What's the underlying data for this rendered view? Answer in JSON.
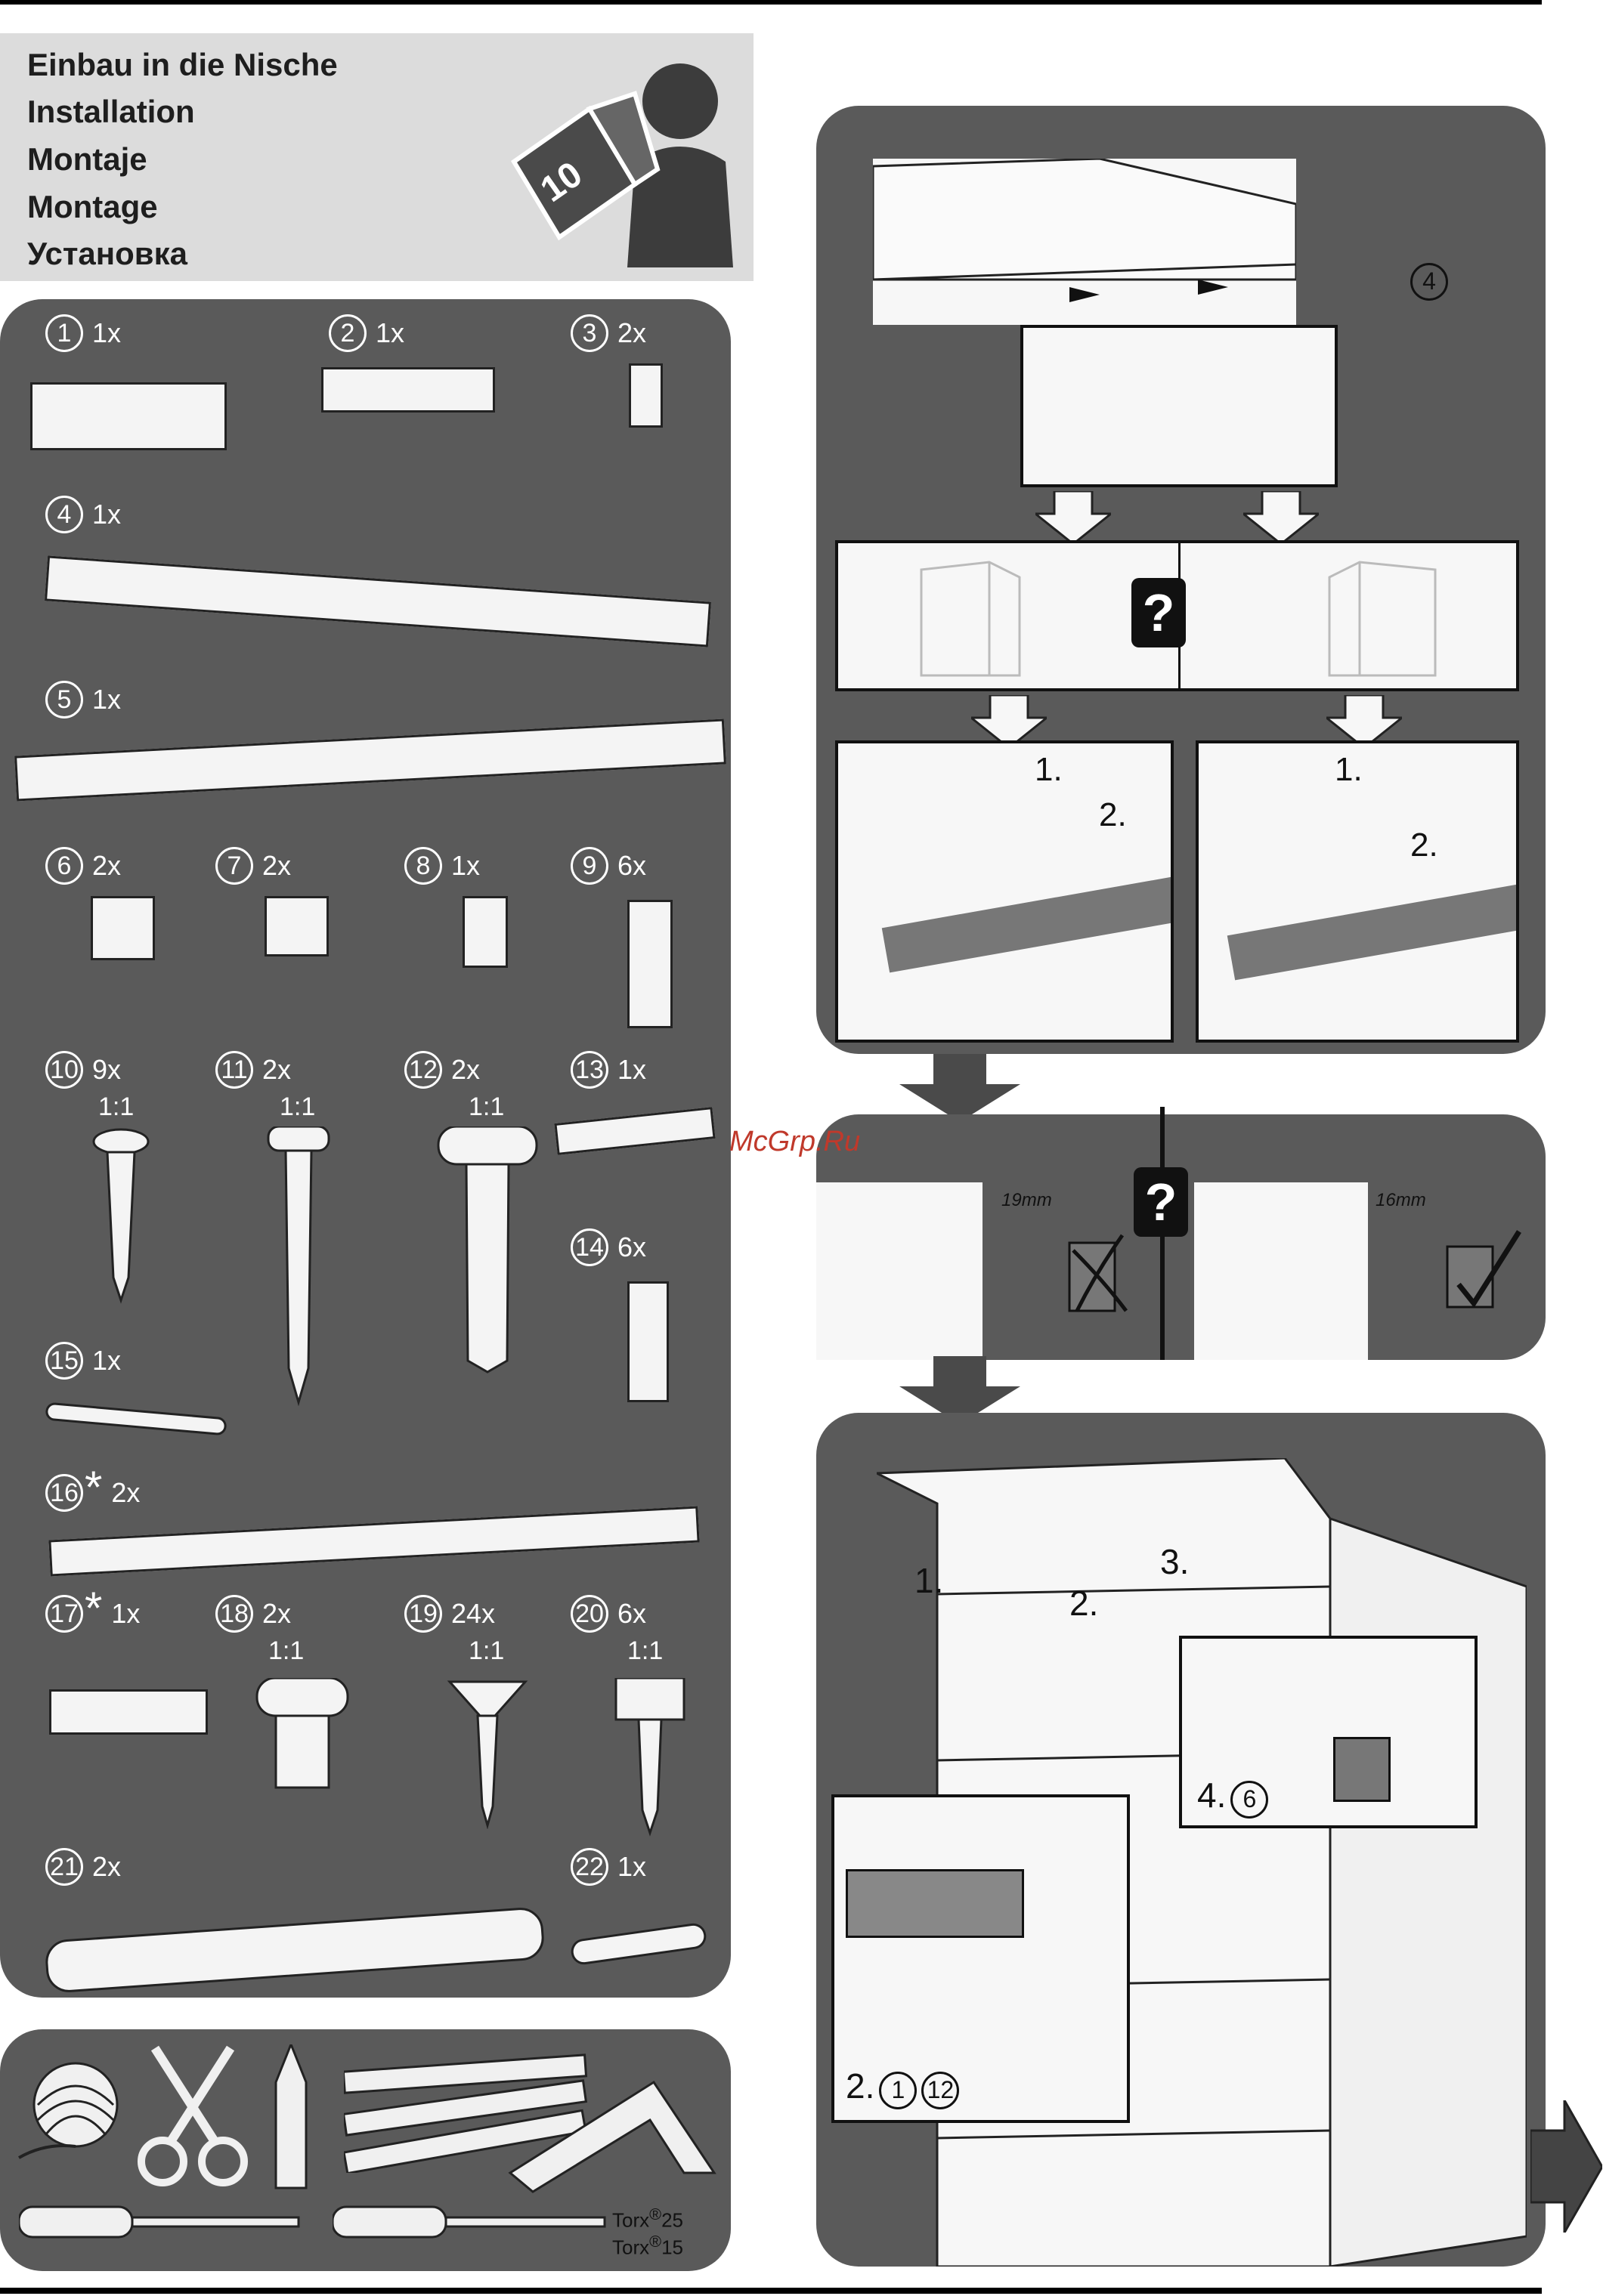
{
  "header": {
    "titles": [
      "Einbau in die Nische",
      "Installation",
      "Montaje",
      "Montage",
      "Установка"
    ],
    "booklet_number": "10"
  },
  "parts": [
    {
      "n": "1",
      "qty": "1x"
    },
    {
      "n": "2",
      "qty": "1x"
    },
    {
      "n": "3",
      "qty": "2x"
    },
    {
      "n": "4",
      "qty": "1x"
    },
    {
      "n": "5",
      "qty": "1x"
    },
    {
      "n": "6",
      "qty": "2x"
    },
    {
      "n": "7",
      "qty": "2x"
    },
    {
      "n": "8",
      "qty": "1x"
    },
    {
      "n": "9",
      "qty": "6x"
    },
    {
      "n": "10",
      "qty": "9x",
      "scale": "1:1"
    },
    {
      "n": "11",
      "qty": "2x",
      "scale": "1:1"
    },
    {
      "n": "12",
      "qty": "2x",
      "scale": "1:1"
    },
    {
      "n": "13",
      "qty": "1x"
    },
    {
      "n": "14",
      "qty": "6x"
    },
    {
      "n": "15",
      "qty": "1x"
    },
    {
      "n": "16",
      "qty": "2x",
      "star": "*"
    },
    {
      "n": "17",
      "qty": "1x",
      "star": "*"
    },
    {
      "n": "18",
      "qty": "2x",
      "scale": "1:1"
    },
    {
      "n": "19",
      "qty": "24x",
      "scale": "1:1"
    },
    {
      "n": "20",
      "qty": "6x",
      "scale": "1:1"
    },
    {
      "n": "21",
      "qty": "2x"
    },
    {
      "n": "22",
      "qty": "1x"
    }
  ],
  "tools": {
    "torx1": "Torx",
    "torx1_sup": "®",
    "torx1_size": "25",
    "torx2": "Torx",
    "torx2_sup": "®",
    "torx2_size": "15"
  },
  "steps": {
    "top_step": "4",
    "q_mark": "?",
    "s1": "1.",
    "s2": "2.",
    "dim_left": "19mm",
    "dim_right": "16mm",
    "bottom_1": "1.",
    "bottom_2": "2.",
    "bottom_3": "3.",
    "bottom_4": "4.",
    "bottom_4_part": "6",
    "inset_label": "2.",
    "inset_part_a": "1",
    "inset_part_b": "12"
  },
  "watermark": "McGrp.Ru",
  "colors": {
    "panel": "#5a5a5a",
    "header_bg": "#dcdcdc",
    "watermark": "#c0392b"
  }
}
